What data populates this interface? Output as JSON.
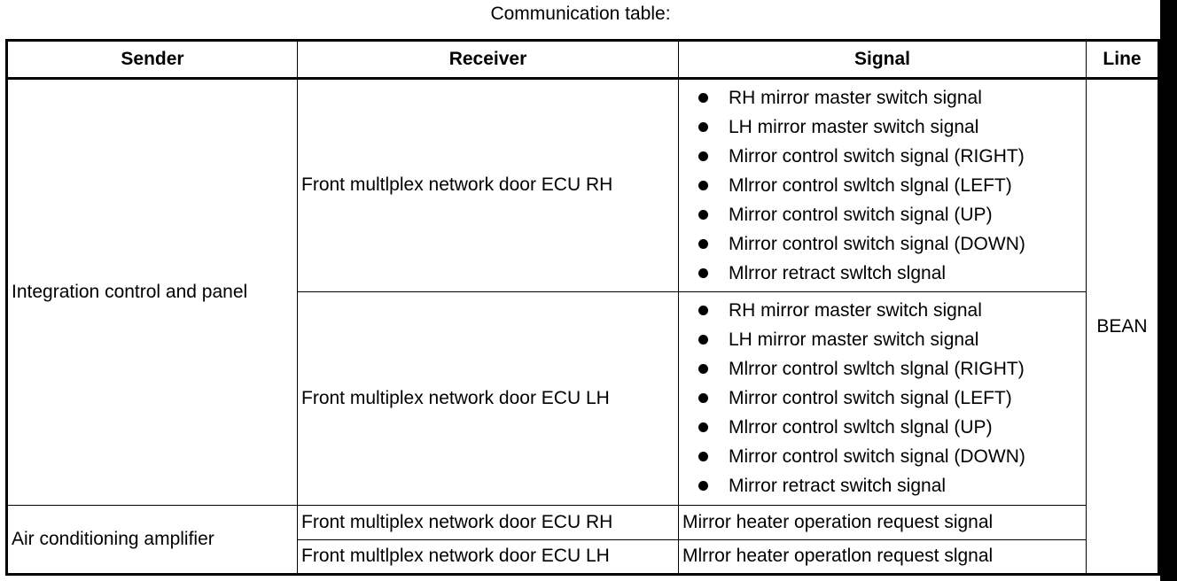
{
  "caption": "Communication table:",
  "table": {
    "headers": [
      "Sender",
      "Receiver",
      "Signal",
      "Line"
    ],
    "line_value": "BEAN",
    "senders": [
      {
        "name": "Integration control and panel",
        "rows": [
          {
            "receiver": "Front multlplex network door ECU RH",
            "signals": [
              "RH mirror master switch signal",
              "LH mirror master switch signal",
              "Mirror control switch signal (RIGHT)",
              "Mlrror control swltch slgnal (LEFT)",
              "Mirror control switch signal (UP)",
              "Mirror control switch signal (DOWN)",
              "Mlrror retract swltch slgnal"
            ]
          },
          {
            "receiver": "Front multiplex network door ECU LH",
            "signals": [
              "RH mirror master switch signal",
              "LH mirror master switch signal",
              "Mlrror control swltch slgnal (RIGHT)",
              "Mirror control switch signal (LEFT)",
              "Mlrror control swltch slgnal (UP)",
              "Mirror control switch signal (DOWN)",
              "Mirror retract switch signal"
            ]
          }
        ]
      },
      {
        "name": "Air conditioning amplifier",
        "rows": [
          {
            "receiver": "Front multiplex network door ECU RH",
            "signal": "Mirror heater operation request signal"
          },
          {
            "receiver": "Front multlplex network door ECU LH",
            "signal": "Mlrror heater operatlon request slgnal"
          }
        ]
      }
    ]
  }
}
